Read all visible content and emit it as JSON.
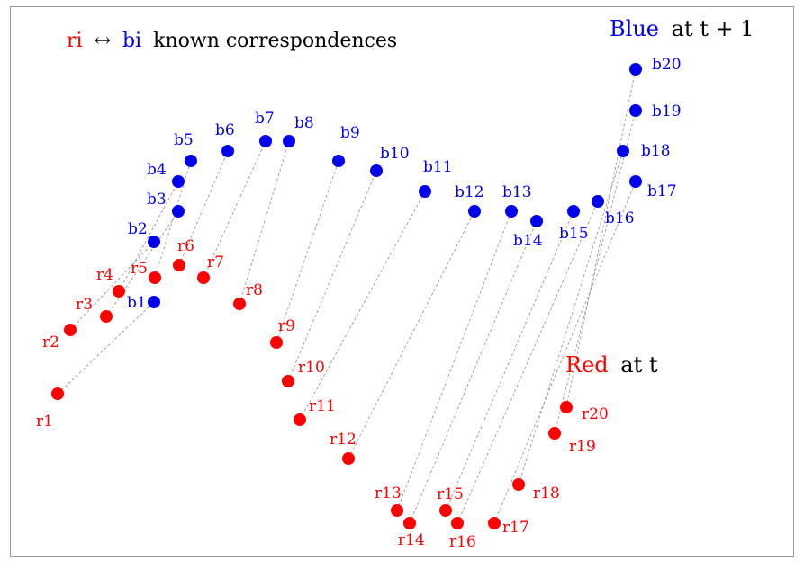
{
  "colors": {
    "red": "#ff0000",
    "blue": "#0000ee",
    "black": "#000000",
    "link": "#999999",
    "frame": "#9a9a9a"
  },
  "legend": {
    "ri": "ri",
    "arrow": "↔",
    "bi": "bi",
    "rest": "known correspondences"
  },
  "blue_title": {
    "word": "Blue",
    "rest": "at t + 1"
  },
  "red_title": {
    "word": "Red",
    "rest": "at t"
  },
  "red_points": [
    "r1",
    "r2",
    "r3",
    "r4",
    "r5",
    "r6",
    "r7",
    "r8",
    "r9",
    "r10",
    "r11",
    "r12",
    "r13",
    "r14",
    "r15",
    "r16",
    "r17",
    "r18",
    "r19",
    "r20"
  ],
  "blue_points": [
    "b1",
    "b2",
    "b3",
    "b4",
    "b5",
    "b6",
    "b7",
    "b8",
    "b9",
    "b10",
    "b11",
    "b12",
    "b13",
    "b14",
    "b15",
    "b16",
    "b17",
    "b18",
    "b19",
    "b20"
  ]
}
